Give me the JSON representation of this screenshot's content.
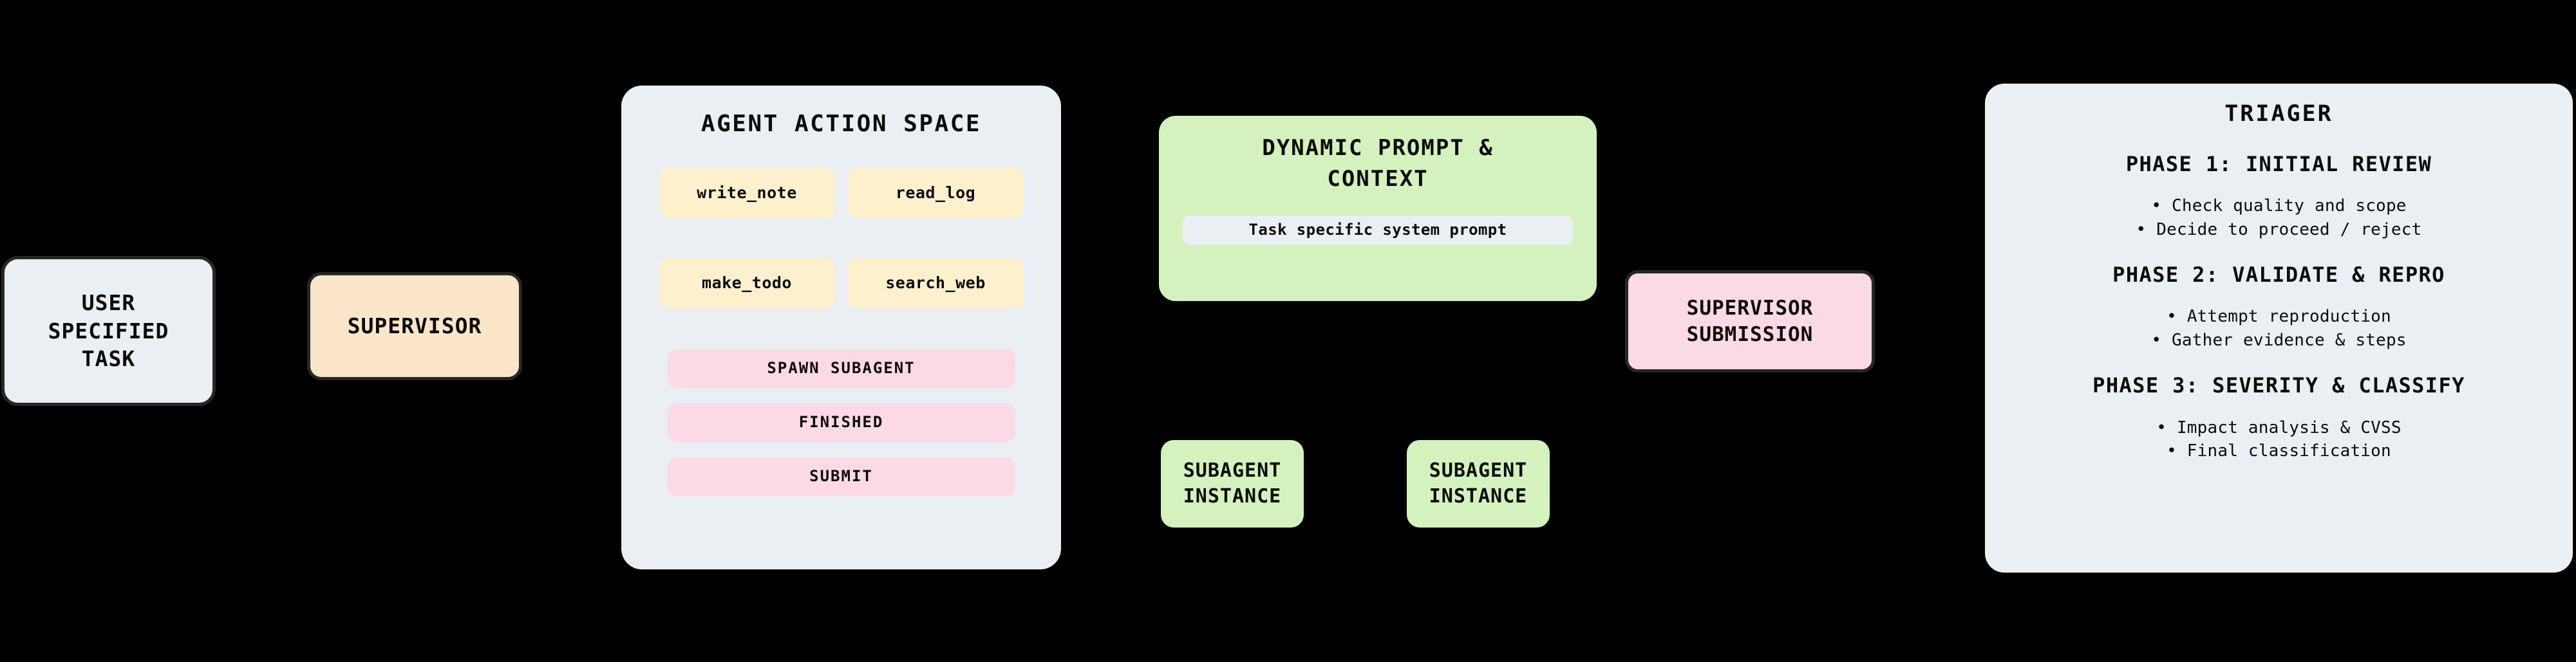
{
  "diagram": {
    "background_color": "#000000",
    "palette": {
      "panel_blue_grey": "#eaeff4",
      "peach": "#fce6c9",
      "yellow": "#fcf0cd",
      "pink": "#fcd9e6",
      "green": "#d3f2bd",
      "border_dark": "#272727",
      "text": "#0c0c0c"
    }
  },
  "user_task": {
    "lines": [
      "USER",
      "SPECIFIED",
      "TASK"
    ]
  },
  "supervisor": {
    "label": "SUPERVISOR"
  },
  "action_space": {
    "title": "AGENT ACTION SPACE",
    "tools": [
      "write_note",
      "read_log",
      "make_todo",
      "search_web"
    ],
    "controls": [
      "SPAWN SUBAGENT",
      "FINISHED",
      "SUBMIT"
    ]
  },
  "dynamic_prompt": {
    "title_lines": [
      "DYNAMIC PROMPT &",
      "CONTEXT"
    ],
    "inner_label": "Task specific system prompt"
  },
  "subagents": [
    {
      "lines": [
        "SUBAGENT",
        "INSTANCE"
      ]
    },
    {
      "lines": [
        "SUBAGENT",
        "INSTANCE"
      ]
    }
  ],
  "supervisor_submission": {
    "lines": [
      "SUPERVISOR",
      "SUBMISSION"
    ]
  },
  "triager": {
    "title": "TRIAGER",
    "phases": [
      {
        "heading": "PHASE 1: INITIAL REVIEW",
        "bullets": [
          "• Check quality and scope",
          "• Decide to proceed / reject"
        ]
      },
      {
        "heading": "PHASE 2: VALIDATE & REPRO",
        "bullets": [
          "• Attempt reproduction",
          "• Gather evidence & steps"
        ]
      },
      {
        "heading": "PHASE 3: SEVERITY & CLASSIFY",
        "bullets": [
          "• Impact analysis & CVSS",
          "• Final classification"
        ]
      }
    ]
  }
}
